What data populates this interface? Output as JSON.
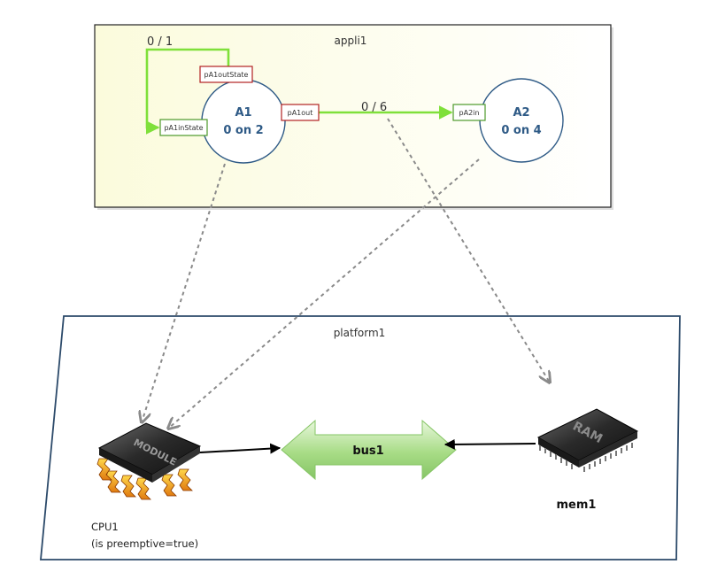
{
  "application": {
    "title": "appli1",
    "tasks": [
      {
        "id": "A1",
        "name": "A1",
        "mapping": "0 on 2"
      },
      {
        "id": "A2",
        "name": "A2",
        "mapping": "0 on 4"
      }
    ],
    "ports": {
      "a1_out_state": "pA1outState",
      "a1_in_state": "pA1inState",
      "a1_out": "pA1out",
      "a2_in": "pA2in"
    },
    "connections": [
      {
        "from": "pA1outState",
        "to": "pA1inState",
        "label": "0 / 1"
      },
      {
        "from": "pA1out",
        "to": "pA2in",
        "label": "0 / 6"
      }
    ]
  },
  "platform": {
    "title": "platform1",
    "cpu": {
      "name": "CPU1",
      "property": "(is preemptive=true)",
      "chip_text": "MODULE"
    },
    "bus": {
      "name": "bus1"
    },
    "memory": {
      "name": "mem1",
      "chip_text": "RAM"
    }
  },
  "colors": {
    "app_fill": "#fdfde6",
    "app_border": "#222222",
    "task_border": "#2e5a86",
    "task_text": "#2e5a86",
    "output_port_border": "#b22222",
    "input_port_border": "#4e9a2a",
    "connection": "#7fe03a",
    "mapping_line": "#8a8a8a",
    "bus_fill": "#a6dc86",
    "platform_border": "#2c4a6a"
  }
}
